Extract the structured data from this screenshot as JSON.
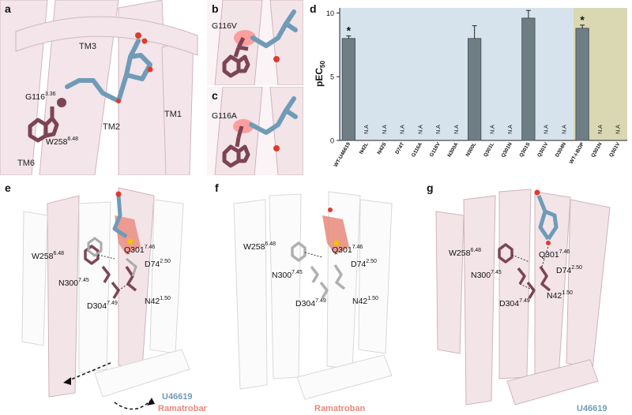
{
  "figure": {
    "panel_labels": [
      "a",
      "b",
      "c",
      "d",
      "e",
      "f",
      "g"
    ],
    "colors": {
      "helix": "#f3e4e8",
      "helix_edge": "#cfb4bc",
      "white_helix": "#fbfbfb",
      "white_edge": "#d8d8d8",
      "ligand_blue": "#6f9bb8",
      "oxygen_red": "#e03a2e",
      "residue_purple": "#7d4454",
      "ramatroban": "#e8887a",
      "bar": "#6e7e84",
      "bg_blue": "#d6e3ec",
      "bg_olive": "#d9d8b3"
    }
  },
  "panel_a": {
    "helices": [
      "TM3",
      "TM2",
      "TM1",
      "TM6"
    ],
    "residue_g": {
      "name": "G116",
      "sup": "3.36"
    },
    "residue_w": {
      "name": "W258",
      "sup": "6.48"
    }
  },
  "panel_b": {
    "mutation": "G116V"
  },
  "panel_c": {
    "mutation": "G116A"
  },
  "chart_data": {
    "type": "bar",
    "categories": [
      "WT-U46619",
      "N42L",
      "N42S",
      "D74T",
      "G116A",
      "G116V",
      "N300A",
      "N300L",
      "Q301L",
      "Q301N",
      "Q301S",
      "Q301V",
      "D304N",
      "WT-I-BOP",
      "Q301N",
      "Q301V"
    ],
    "values": [
      8.0,
      null,
      null,
      null,
      null,
      null,
      null,
      8.0,
      null,
      null,
      9.6,
      null,
      null,
      8.8,
      null,
      null
    ],
    "errors": [
      0.2,
      null,
      null,
      null,
      null,
      null,
      null,
      1.0,
      null,
      null,
      0.6,
      null,
      null,
      0.25,
      null,
      null
    ],
    "na_label": "N.A",
    "star": "*",
    "starred": [
      0,
      13
    ],
    "ylabel": "pEC",
    "ylabel_sub": "50",
    "yticks": [
      0,
      5,
      10
    ],
    "ylim": [
      0,
      10.4
    ],
    "groups": [
      {
        "from": 0,
        "to": 12,
        "color": "#d6e3ec"
      },
      {
        "from": 13,
        "to": 15,
        "color": "#d9d8b3"
      }
    ]
  },
  "panel_e": {
    "residues": [
      {
        "name": "W258",
        "sup": "6.48"
      },
      {
        "name": "Q301",
        "sup": "7.46"
      },
      {
        "name": "D74",
        "sup": "2.50"
      },
      {
        "name": "N300",
        "sup": "7.45"
      },
      {
        "name": "D304",
        "sup": "7.49"
      },
      {
        "name": "N42",
        "sup": "1.50"
      }
    ],
    "legend": [
      "U46619",
      "Ramatroban"
    ]
  },
  "panel_f": {
    "residues": [
      {
        "name": "W258",
        "sup": "6.48"
      },
      {
        "name": "Q301",
        "sup": "7.46"
      },
      {
        "name": "D74",
        "sup": "2.50"
      },
      {
        "name": "N300",
        "sup": "7.45"
      },
      {
        "name": "D304",
        "sup": "7.49"
      },
      {
        "name": "N42",
        "sup": "1.50"
      }
    ],
    "ligand": "Ramatroban"
  },
  "panel_g": {
    "residues": [
      {
        "name": "W258",
        "sup": "6.48"
      },
      {
        "name": "Q301",
        "sup": "7.46"
      },
      {
        "name": "N300",
        "sup": "7.45"
      },
      {
        "name": "D74",
        "sup": "2.50"
      },
      {
        "name": "D304",
        "sup": "7.49"
      },
      {
        "name": "N42",
        "sup": "1.50"
      }
    ],
    "ligand": "U46619"
  }
}
